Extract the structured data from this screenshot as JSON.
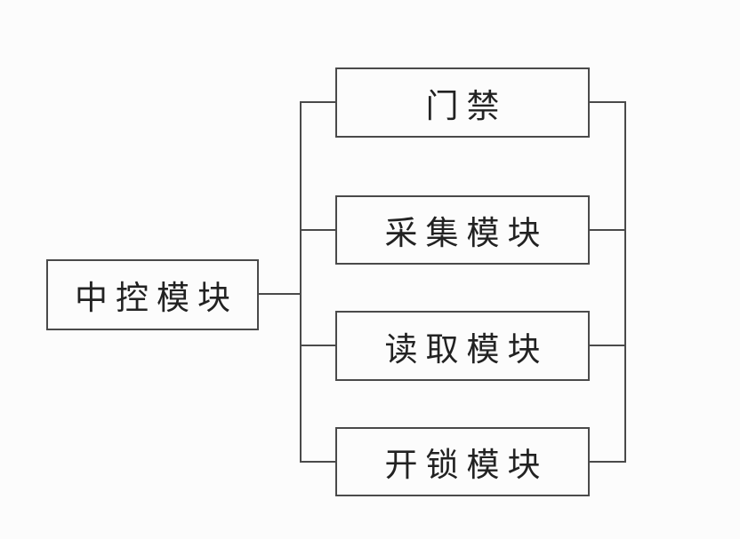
{
  "figure": {
    "type": "block-diagram",
    "background": "#fcfcfc",
    "line_color": "#4a4a4a",
    "text_color": "#222222",
    "central_node": {
      "label": "中控模块"
    },
    "child_nodes": [
      {
        "id": "door-access",
        "label": "门禁"
      },
      {
        "id": "collection-module",
        "label": "采集模块"
      },
      {
        "id": "reading-module",
        "label": "读取模块"
      },
      {
        "id": "unlock-module",
        "label": "开锁模块"
      }
    ],
    "connections": [
      {
        "from": "中控模块",
        "to": "门禁"
      },
      {
        "from": "中控模块",
        "to": "采集模块"
      },
      {
        "from": "中控模块",
        "to": "读取模块"
      },
      {
        "from": "中控模块",
        "to": "开锁模块"
      },
      {
        "note": "all four child nodes are also joined by a shared vertical bus on their right side"
      }
    ]
  }
}
